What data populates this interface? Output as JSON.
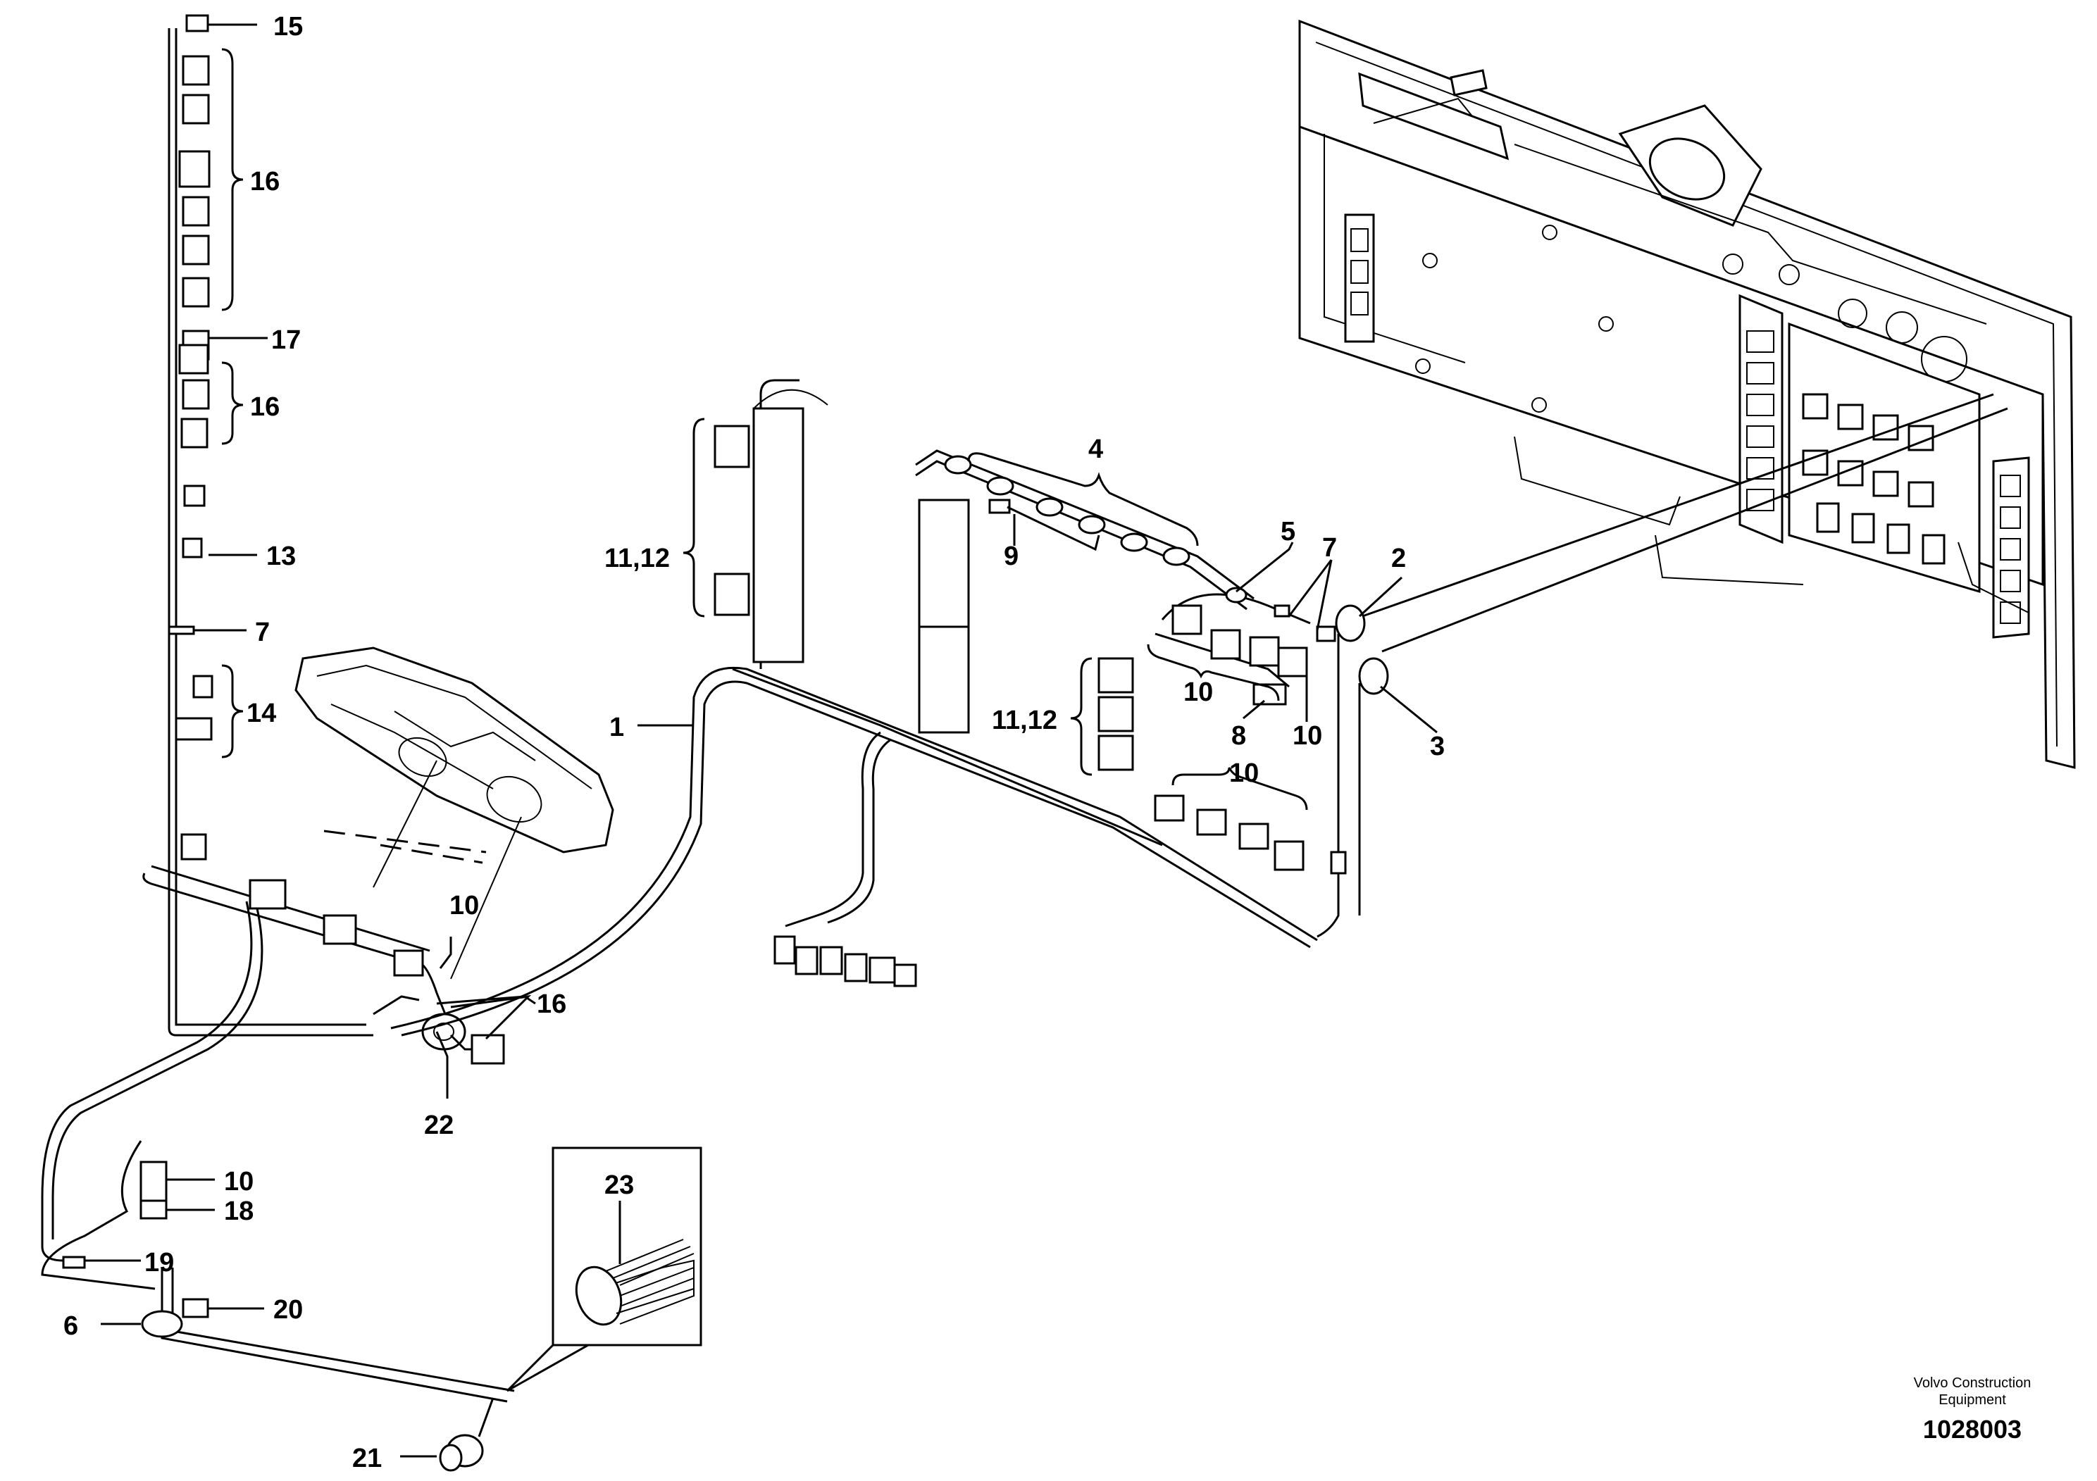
{
  "diagram": {
    "callouts": {
      "c1": "1",
      "c2": "2",
      "c3": "3",
      "c4": "4",
      "c5": "5",
      "c6": "6",
      "c7a": "7",
      "c7b": "7",
      "c8": "8",
      "c9": "9",
      "c10a": "10",
      "c10b": "10",
      "c10c": "10",
      "c10d": "10",
      "c10e": "10",
      "c1112a": "11,12",
      "c1112b": "11,12",
      "c13": "13",
      "c14": "14",
      "c15": "15",
      "c16a": "16",
      "c16b": "16",
      "c16c": "16",
      "c17": "17",
      "c18": "18",
      "c19": "19",
      "c20": "20",
      "c21": "21",
      "c22": "22",
      "c23": "23"
    },
    "footer": {
      "brand_line1": "Volvo Construction",
      "brand_line2": "Equipment",
      "figure_number": "1028003"
    }
  }
}
